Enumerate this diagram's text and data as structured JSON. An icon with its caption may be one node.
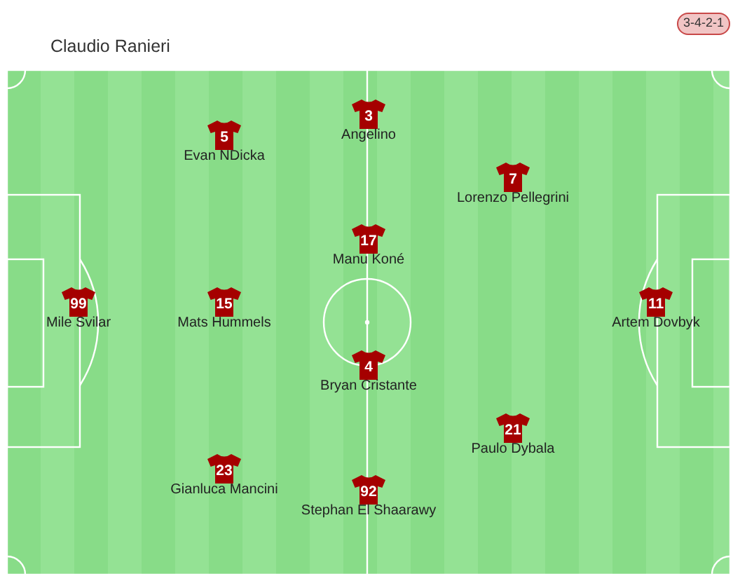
{
  "diagram": {
    "nodes": [
      {
        "text": [
          "3-4-2-1"
        ]
      },
      {
        "text": [
          "3"
        ],
        "beside": [
          "Angelino"
        ]
      },
      {
        "text": [
          "5"
        ],
        "beside": [
          "Evan NDicka"
        ]
      },
      {
        "text": [
          "7"
        ],
        "beside": [
          "Lorenzo Pellegrini"
        ]
      },
      {
        "text": [
          "17"
        ],
        "beside": [
          "Manu Koné"
        ]
      },
      {
        "text": [
          "99"
        ],
        "beside": [
          "Mile Svilar"
        ]
      },
      {
        "text": [
          "15"
        ],
        "beside": [
          "Mats Hummels"
        ]
      },
      {
        "text": [
          "11"
        ],
        "beside": [
          "Artem Dovbyk"
        ]
      },
      {
        "text": [
          "4"
        ],
        "beside": [
          "Bryan Cristante"
        ]
      },
      {
        "text": [
          "21"
        ],
        "beside": [
          "Paulo Dybala"
        ]
      },
      {
        "text": [
          "23"
        ],
        "beside": [
          "Gianluca Mancini"
        ]
      },
      {
        "text": [
          "92"
        ],
        "beside": [
          "Stephan El Shaarawy"
        ]
      }
    ],
    "labels": [
      "Claudio Ranieri"
    ]
  }
}
